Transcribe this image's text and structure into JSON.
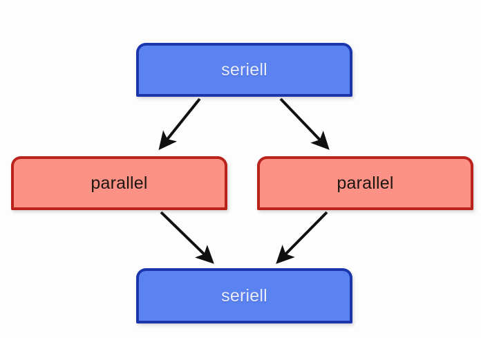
{
  "diagram": {
    "background_color": "#fdfdfd",
    "arrow_color": "#101010",
    "nodes": [
      {
        "id": "serial-top",
        "label": "seriell",
        "kind": "serial",
        "fill_color": "#5a82f0",
        "border_color": "#1b35ad",
        "text_color": "#e9edfb"
      },
      {
        "id": "parallel-left",
        "label": "parallel",
        "kind": "parallel",
        "fill_color": "#fc9285",
        "border_color": "#ba231c",
        "text_color": "#1d1512"
      },
      {
        "id": "parallel-right",
        "label": "parallel",
        "kind": "parallel",
        "fill_color": "#fc9285",
        "border_color": "#ba231c",
        "text_color": "#1d1512"
      },
      {
        "id": "serial-bottom",
        "label": "seriell",
        "kind": "serial",
        "fill_color": "#5a82f0",
        "border_color": "#1b35ad",
        "text_color": "#e9edfb"
      }
    ],
    "edges": [
      {
        "id": "edge-top-to-left",
        "from": "serial-top",
        "to": "parallel-left"
      },
      {
        "id": "edge-top-to-right",
        "from": "serial-top",
        "to": "parallel-right"
      },
      {
        "id": "edge-left-to-bottom",
        "from": "parallel-left",
        "to": "serial-bottom"
      },
      {
        "id": "edge-right-to-bottom",
        "from": "parallel-right",
        "to": "serial-bottom"
      }
    ]
  }
}
